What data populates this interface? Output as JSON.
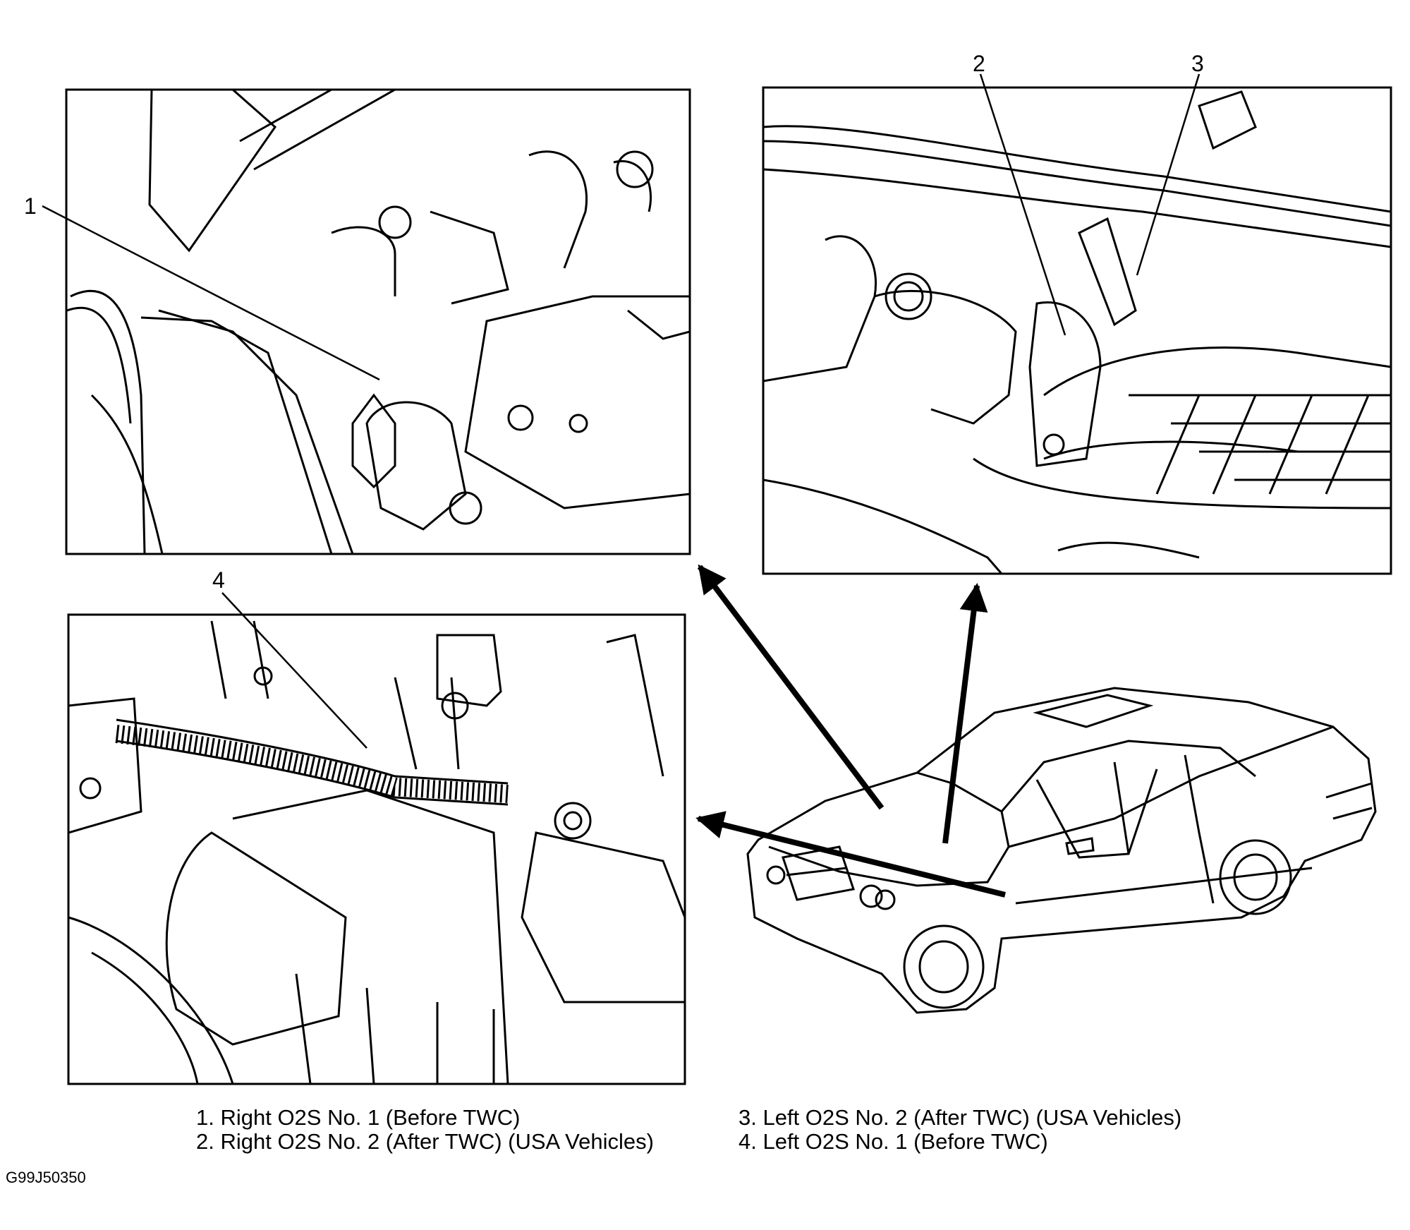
{
  "callouts": [
    "1",
    "2",
    "3",
    "4"
  ],
  "legend": {
    "items": [
      "1. Right O2S No. 1 (Before TWC)",
      "2. Right O2S No. 2 (After TWC) (USA Vehicles)",
      "3. Left O2S No. 2 (After TWC) (USA Vehicles)",
      "4. Left O2S No. 1 (Before TWC)"
    ]
  },
  "figure_id": "G99J50350",
  "colors": {
    "ink": "#000000",
    "paper": "#ffffff"
  }
}
